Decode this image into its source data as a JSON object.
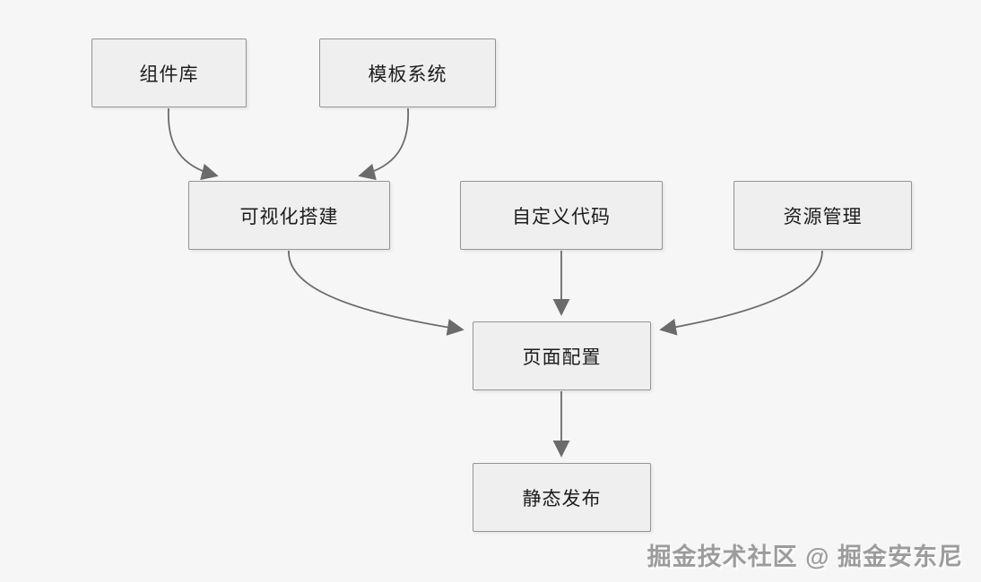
{
  "diagram": {
    "type": "flowchart",
    "background_color": "#f6f6f6",
    "node_fill_color": "#efefef",
    "node_border_color": "#939393",
    "arrow_color": "#6b6b6b",
    "text_color": "#1d1d1d",
    "nodes": [
      {
        "id": "component-library",
        "label": "组件库"
      },
      {
        "id": "template-system",
        "label": "模板系统"
      },
      {
        "id": "visual-builder",
        "label": "可视化搭建"
      },
      {
        "id": "custom-code",
        "label": "自定义代码"
      },
      {
        "id": "resource-management",
        "label": "资源管理"
      },
      {
        "id": "page-config",
        "label": "页面配置"
      },
      {
        "id": "static-publish",
        "label": "静态发布"
      }
    ],
    "edges": [
      {
        "from": "component-library",
        "to": "visual-builder"
      },
      {
        "from": "template-system",
        "to": "visual-builder"
      },
      {
        "from": "visual-builder",
        "to": "page-config"
      },
      {
        "from": "custom-code",
        "to": "page-config"
      },
      {
        "from": "resource-management",
        "to": "page-config"
      },
      {
        "from": "page-config",
        "to": "static-publish"
      }
    ],
    "watermark": {
      "text": "掘金技术社区 @ 掘金安东尼",
      "color": "#9c9c9c"
    }
  }
}
